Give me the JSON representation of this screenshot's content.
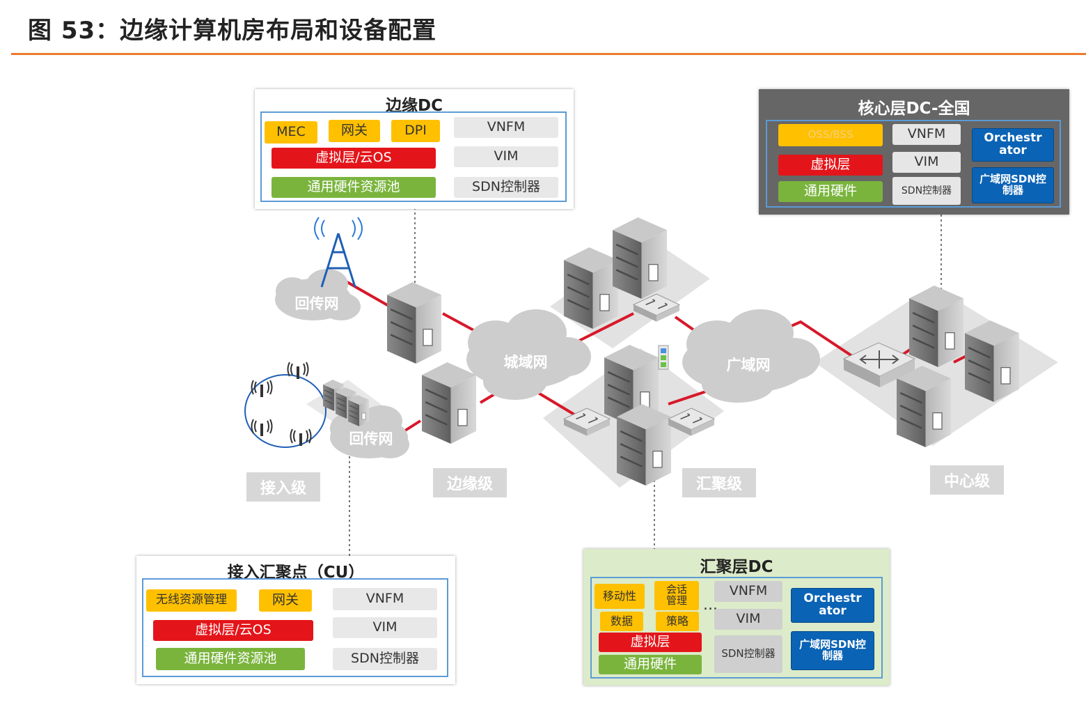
{
  "figure_title": "图 53：边缘计算机房布局和设备配置",
  "colors": {
    "accent_rule": "#ec7a2c",
    "link_red": "#d7182a",
    "inner_border": "#5b9bd5",
    "yellow": "#ffc000",
    "red": "#e4151a",
    "green": "#7ab43d",
    "blue": "#0a63b5"
  },
  "panels": {
    "edge_dc": {
      "title": "边缘DC",
      "blocks": {
        "mec": "MEC",
        "gateway": "网关",
        "dpi": "DPI",
        "virtual": "虚拟层/云OS",
        "hardware": "通用硬件资源池",
        "vnfm": "VNFM",
        "vim": "VIM",
        "sdn": "SDN控制器"
      }
    },
    "core_dc": {
      "title": "核心层DC-全国",
      "blocks": {
        "oss": "OSS/BSS",
        "virtual": "虚拟层",
        "hardware": "通用硬件",
        "vnfm": "VNFM",
        "vim": "VIM",
        "sdn": "SDN控制器",
        "orchestrator": "Orchestrator",
        "wan_sdn": "广域网SDN控制器"
      }
    },
    "access_cu": {
      "title": "接入汇聚点（CU）",
      "blocks": {
        "radio": "无线资源管理",
        "gateway": "网关",
        "virtual": "虚拟层/云OS",
        "hardware": "通用硬件资源池",
        "vnfm": "VNFM",
        "vim": "VIM",
        "sdn": "SDN控制器"
      }
    },
    "agg_dc": {
      "title": "汇聚层DC",
      "blocks": {
        "mobility": "移动性",
        "session": "会话管理",
        "data": "数据",
        "policy": "策略",
        "ellipsis": "...",
        "virtual": "虚拟层",
        "hardware": "通用硬件",
        "vnfm": "VNFM",
        "vim": "VIM",
        "sdn": "SDN控制器",
        "orchestrator": "Orchestrator",
        "wan_sdn": "广域网SDN控制器"
      }
    }
  },
  "clouds": {
    "backhaul_top": "回传网",
    "metro": "城域网",
    "wan": "广域网",
    "backhaul_bottom": "回传网"
  },
  "levels": {
    "access": "接入级",
    "edge": "边缘级",
    "aggregation": "汇聚级",
    "center": "中心级"
  },
  "icons": [
    "tower-icon",
    "antenna-icon",
    "server-rack-icon",
    "switch-icon",
    "router-icon",
    "cloud-icon"
  ]
}
